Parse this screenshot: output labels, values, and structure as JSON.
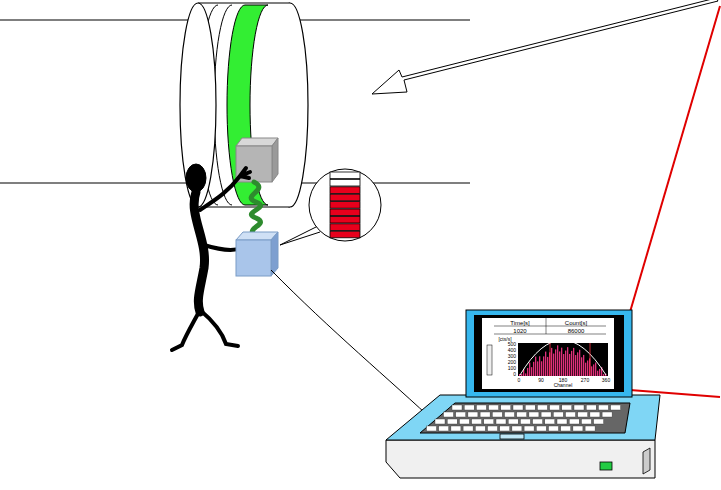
{
  "diagram": {
    "labels": [
      "Time[s]",
      "Count[s]",
      "1020",
      "86000",
      "[cts/s]",
      "500",
      "400",
      "300",
      "200",
      "100",
      "0",
      "0",
      "90",
      "180",
      "270",
      "360",
      "Channel"
    ]
  }
}
